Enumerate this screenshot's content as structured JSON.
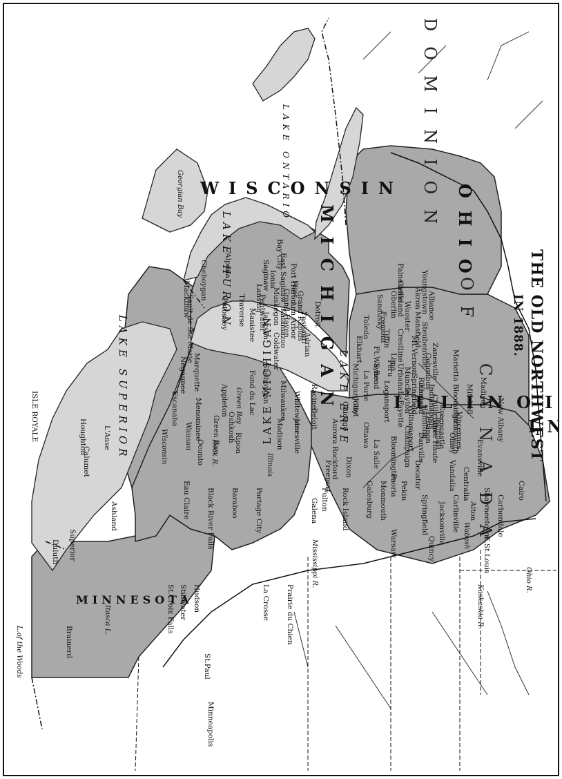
{
  "map": {
    "title": "THE OLD NORTHWEST",
    "subtitle": "IN 1888.",
    "regions": {
      "dominion_word1": "DOMINION",
      "dominion_word2": "OF",
      "canada": "CANADA"
    },
    "states": {
      "minnesota": "MINNESOTA",
      "wisconsin": "WISCONSIN",
      "michigan": "MICHIGAN",
      "illinois": "ILLINOIS",
      "indiana": "INDIANA",
      "ohio": "OHIO"
    },
    "lakes": {
      "superior": "LAKE SUPERIOR",
      "michigan": "LAKE MICHIGAN",
      "huron": "LAKE HURON",
      "erie": "LAKE ERIE",
      "ontario": "LAKE ONTARIO",
      "georgian_bay": "Georgian Bay",
      "green_bay": "Green Bay",
      "lake_of_the_woods": "L.of the Woods",
      "itasca": "Itasca L."
    },
    "rivers": {
      "mississippi": "Mississippi R.",
      "ohio": "Ohio R.",
      "wabash": "Wabash",
      "illinois": "Illinois",
      "rock": "Rock R.",
      "wisconsin": "Wisconsin",
      "kaskaskia": "Kaskaskia R."
    },
    "islands": {
      "isle_royale": "ISLE ROYALE"
    },
    "cities": {
      "duluth": "Duluth",
      "superior": "Superior",
      "brainerd": "Brainerd",
      "minneapolis": "Minneapolis",
      "st_paul": "St.Paul",
      "hudson": "Hudson",
      "stillwater": "Stillwater",
      "st_croix_falls": "St.Croix Falls",
      "ashland": "Ashland",
      "la_crosse": "La Crosse",
      "prairie_du_chien": "Prairie du Chien",
      "eau_claire": "Eau Claire",
      "black_river_falls": "Black River Falls",
      "baraboo": "Baraboo",
      "portage_city": "Portage City",
      "madison": "Madison",
      "janesville": "Janesville",
      "beloit": "Beloit",
      "racine": "Racine",
      "whitewater": "Whitewater",
      "milwaukee": "Milwaukee",
      "sheboygan": "Sheboygan",
      "fond_du_lac": "Fond du Lac",
      "ripon": "Ripon",
      "oshkosh": "Oshkosh",
      "appleton": "Appleton",
      "green_bay_city": "Green Bay",
      "oconto": "Oconto",
      "menominee": "Menominee",
      "wausau": "Wausau",
      "escanaba": "Escanaba",
      "lanse": "L'Anse",
      "calumet": "Calumet",
      "houghton": "Houghton",
      "negaunee": "Negaunee",
      "marquette": "Marquette",
      "sault": "Sault de Ste Marie",
      "mackinaw": "Mackinaw",
      "cheboygan": "Cheboygan",
      "petoskey": "Petoskey",
      "alpena": "Alpena",
      "traverse": "Traverse",
      "manistee": "Manistee",
      "pentwater": "Pentwater",
      "muskegon": "Muskegon",
      "grand_haven": "Grand Haven",
      "grand_rapids": "Grand Rapids",
      "saginaw": "Saginaw",
      "east_saginaw": "East Saginaw",
      "bay_city": "Bay City",
      "port_huron": "Port Huron",
      "flint": "Flint",
      "ionia": "Ionia",
      "lansing": "Lansing",
      "jackson": "Jackson",
      "kalamazoo": "Kalamazoo",
      "coldwater": "Coldwater",
      "ann_arbor": "Ann Arbor",
      "ypsilanti": "Ypsilanti",
      "detroit": "Detroit",
      "adrian": "Adrian",
      "galena": "Galena",
      "freeport": "Freeport",
      "rockford": "Rockford",
      "fulton": "Fulton",
      "aurora": "Aurora",
      "chicago": "Chicago",
      "rock_island": "Rock Island",
      "dixon": "Dixon",
      "joliet": "Joliet",
      "galesburg": "Galesburg",
      "ottawa": "Ottawa",
      "la_salle": "La Salle",
      "monmouth": "Monmouth",
      "peoria": "Peoria",
      "pekin": "Pekin",
      "bloomington_il": "Bloomington",
      "champaign": "Champaign",
      "danville": "Danville",
      "warsaw": "Warsaw",
      "springfield_il": "Springfield",
      "decatur": "Decatur",
      "quincy": "Quincy",
      "jacksonville": "Jacksonville",
      "carlinville": "Carlinville",
      "alton": "Alton",
      "vandalia": "Vandalia",
      "centralia": "Centralia",
      "olney": "Olney",
      "east_st_louis": "E.St.Louis",
      "carbondale": "Carbondale",
      "shawneetown": "Shawneetown",
      "cairo": "Cairo",
      "michigan_city": "Michigan City",
      "la_porte": "La Porte",
      "s_bend": "S.Bend",
      "elkhart": "Elkhart",
      "ft_wayne": "Ft.Wayne",
      "logansport": "Logansport",
      "peru": "Peru",
      "lafayette": "LaFayette",
      "williamsport": "Williamsport",
      "muncie": "Muncie",
      "richmond": "Richmond",
      "indianapolis": "Indianapolis",
      "terre_haute": "Terre Haute",
      "greencastle": "Greencastle",
      "bloomington_in": "Bloomington",
      "vincennes": "Vincennes",
      "mitchell": "Mitchell",
      "evansville": "Evansville",
      "madison_in": "Madison",
      "new_albany": "New Albany",
      "toledo": "Toledo",
      "fremont": "Fremont",
      "sandusky": "Sandusky",
      "tiffin": "Tiffin",
      "lima": "Lima",
      "urbana": "Urbana",
      "dayton": "Dayton",
      "springfield_oh": "Springfield",
      "hamilton": "Hamilton",
      "cincinnati": "Cincinnati",
      "lebanon": "Lebanon",
      "xenia": "Xenia",
      "chillicothe": "Chillicothe",
      "columbus": "Columbus",
      "mt_vernon": "Mt.Vernon",
      "crestline": "Crestline",
      "wooster": "Wooster",
      "mansfield": "Mansfield",
      "oberlin": "Oberlin",
      "cleveland": "Cleveland",
      "akron": "Akron",
      "alliance": "Alliance",
      "youngstown": "Youngstown",
      "painesville": "Painesville",
      "steubenville": "Steubenville",
      "zanesville": "Zanesville",
      "marietta": "Marietta",
      "portsmouth": "Portsmouth"
    },
    "colors": {
      "states_fill": "#a9a9a9",
      "lake_fill": "#d6d6d6",
      "land_fill": "#ffffff",
      "line": "#111111"
    }
  }
}
